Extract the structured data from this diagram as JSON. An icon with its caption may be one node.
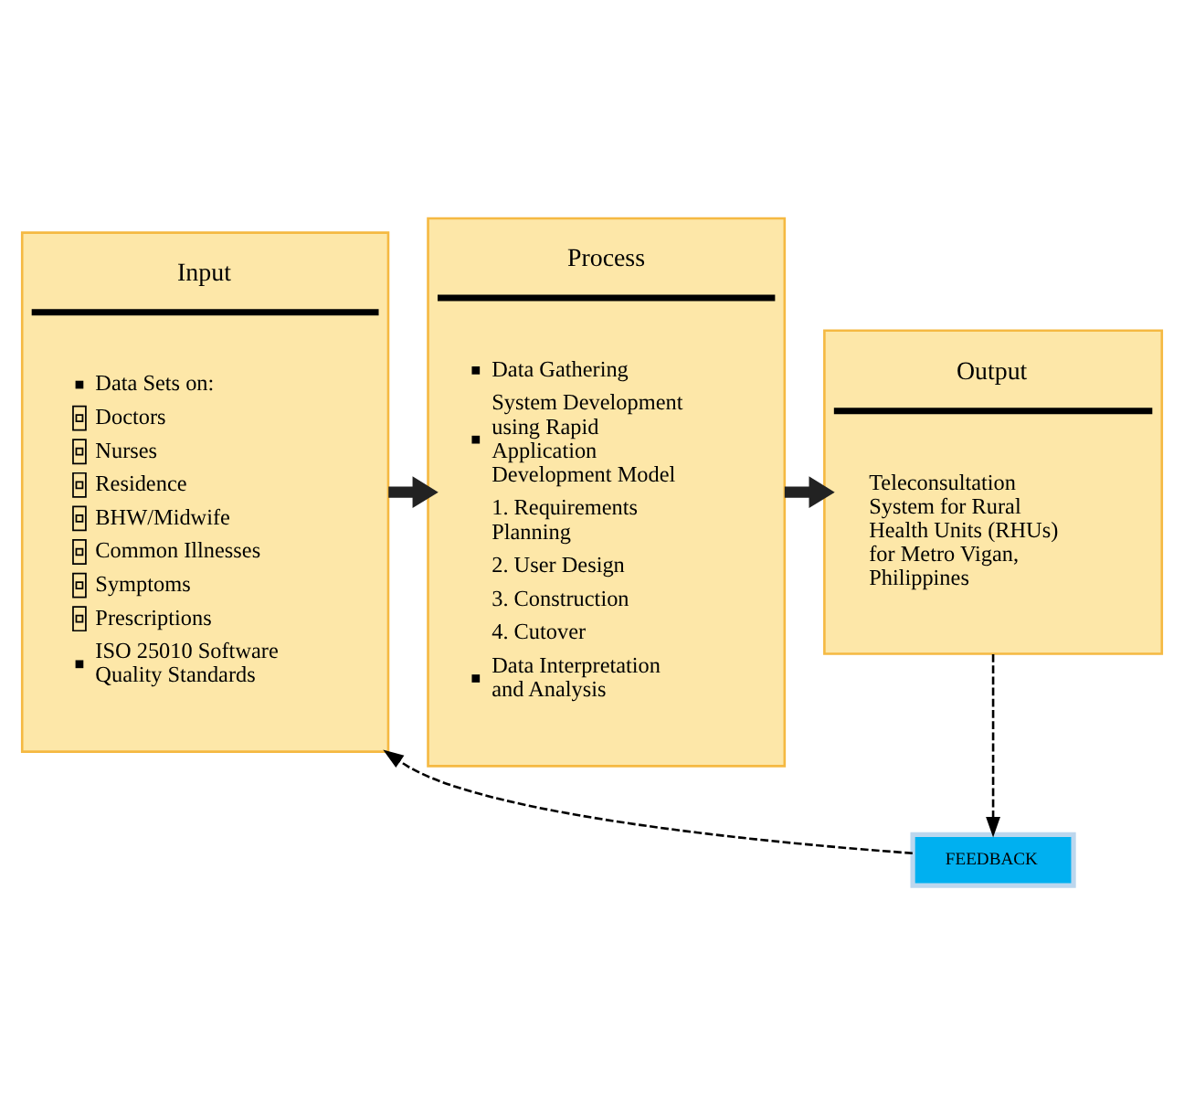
{
  "diagram": {
    "nodes": [
      {
        "text": [
          "Input",
          "Data Sets on:",
          "Doctors",
          "Nurses",
          "Residence",
          "BHW/Midwife",
          "Common Illnesses",
          "Symptoms",
          "Prescriptions",
          "ISO 25010 Software Quality Standards"
        ]
      },
      {
        "text": [
          "Process",
          "Data Gathering",
          "System Development using Rapid Application Development Model",
          "1. Requirements Planning",
          "2. User Design",
          "3. Construction",
          "4. Cutover",
          "Data Interpretation and Analysis"
        ]
      },
      {
        "text": [
          "Output",
          "Teleconsultation System for Rural Health Units (RHUs) for Metro Vigan, Philippines"
        ]
      },
      {
        "text": [
          "FEEDBACK"
        ]
      }
    ],
    "edges": [
      {
        "from": 0,
        "to": 1,
        "arrow": "to",
        "style": "thick"
      },
      {
        "from": 1,
        "to": 2,
        "arrow": "to",
        "style": "thick"
      },
      {
        "from": 2,
        "to": 3,
        "arrow": "to",
        "style": "dashed"
      },
      {
        "from": 3,
        "to": 0,
        "arrow": "to",
        "style": "dashed"
      }
    ]
  }
}
